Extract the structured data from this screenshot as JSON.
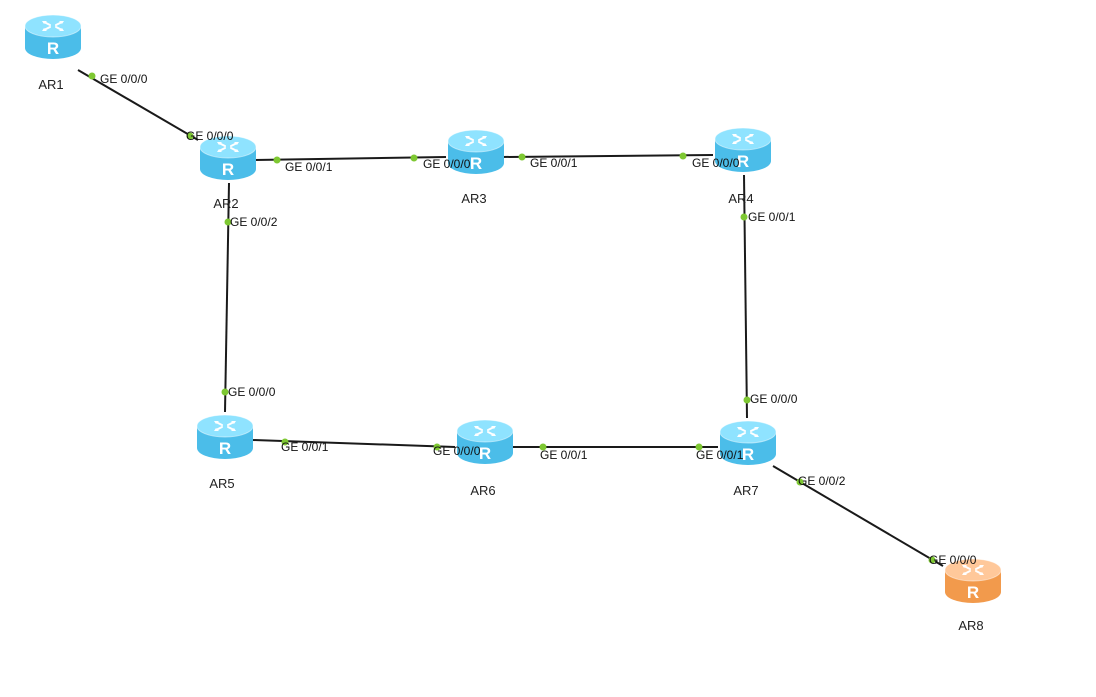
{
  "colors": {
    "link": "#1a1a1a",
    "port_dot": "#7ec832",
    "router_blue_top": "#8fe3ff",
    "router_blue_side": "#4bbde9",
    "router_orange_top": "#ffc89a",
    "router_orange_side": "#f29a4c"
  },
  "routers": [
    {
      "id": "AR1",
      "name": "AR1",
      "variant": "blue"
    },
    {
      "id": "AR2",
      "name": "AR2",
      "variant": "blue"
    },
    {
      "id": "AR3",
      "name": "AR3",
      "variant": "blue"
    },
    {
      "id": "AR4",
      "name": "AR4",
      "variant": "blue"
    },
    {
      "id": "AR5",
      "name": "AR5",
      "variant": "blue"
    },
    {
      "id": "AR6",
      "name": "AR6",
      "variant": "blue"
    },
    {
      "id": "AR7",
      "name": "AR7",
      "variant": "blue"
    },
    {
      "id": "AR8",
      "name": "AR8",
      "variant": "orange"
    }
  ],
  "links": [
    {
      "id": "ar1-ar2",
      "a": "AR1",
      "a_port": "GE 0/0/0",
      "b": "AR2",
      "b_port": "GE 0/0/0"
    },
    {
      "id": "ar2-ar3",
      "a": "AR2",
      "a_port": "GE 0/0/1",
      "b": "AR3",
      "b_port": "GE 0/0/0"
    },
    {
      "id": "ar3-ar4",
      "a": "AR3",
      "a_port": "GE 0/0/1",
      "b": "AR4",
      "b_port": "GE 0/0/0"
    },
    {
      "id": "ar2-ar5",
      "a": "AR2",
      "a_port": "GE 0/0/2",
      "b": "AR5",
      "b_port": "GE 0/0/0"
    },
    {
      "id": "ar4-ar7",
      "a": "AR4",
      "a_port": "GE 0/0/1",
      "b": "AR7",
      "b_port": "GE 0/0/0"
    },
    {
      "id": "ar5-ar6",
      "a": "AR5",
      "a_port": "GE 0/0/1",
      "b": "AR6",
      "b_port": "GE 0/0/0"
    },
    {
      "id": "ar6-ar7",
      "a": "AR6",
      "a_port": "GE 0/0/1",
      "b": "AR7",
      "b_port": "GE 0/0/1"
    },
    {
      "id": "ar7-ar8",
      "a": "AR7",
      "a_port": "GE 0/0/2",
      "b": "AR8",
      "b_port": "GE 0/0/0"
    }
  ]
}
